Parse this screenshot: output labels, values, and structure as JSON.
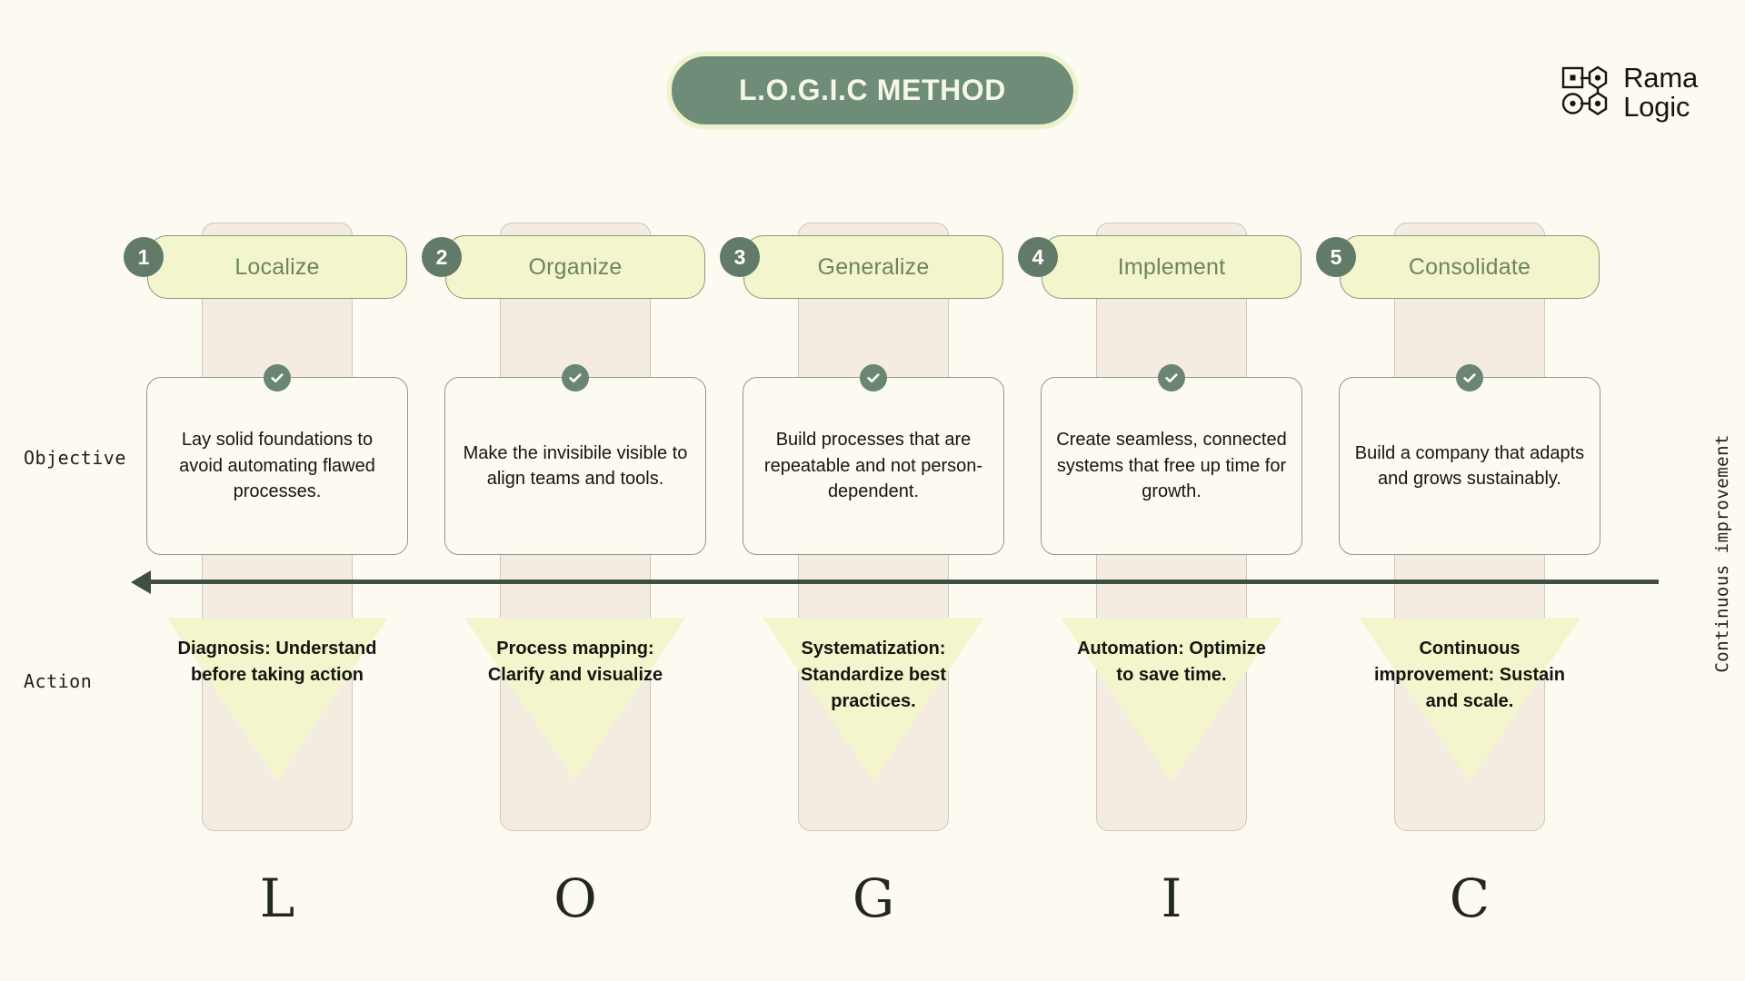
{
  "header": {
    "title": "L.O.G.I.C METHOD",
    "logo": {
      "line1": "Rama",
      "line2": "Logic",
      "mark_name": "rama-logic-node-mark"
    }
  },
  "row_labels": {
    "objective": "Objective",
    "action": "Action"
  },
  "side_caption": "Continuous improvement",
  "arrow": {
    "direction": "left",
    "name": "continuous-improvement-arrow"
  },
  "columns": [
    {
      "number": "1",
      "title": "Localize",
      "letter": "L",
      "objective": "Lay solid foundations to avoid automating flawed processes.",
      "action": "Diagnosis: Understand before taking action"
    },
    {
      "number": "2",
      "title": "Organize",
      "letter": "O",
      "objective": "Make the invisibile visible to align teams and tools.",
      "action": "Process mapping: Clarify and visualize"
    },
    {
      "number": "3",
      "title": "Generalize",
      "letter": "G",
      "objective": "Build processes that are repeatable and not person-dependent.",
      "action": "Systematization: Standardize best practices."
    },
    {
      "number": "4",
      "title": "Implement",
      "letter": "I",
      "objective": "Create seamless, connected systems that free up time for growth.",
      "action": "Automation: Optimize to save time."
    },
    {
      "number": "5",
      "title": "Consolidate",
      "letter": "C",
      "objective": "Build a company that adapts and grows sustainably.",
      "action": "Continuous improvement: Sustain and scale."
    }
  ],
  "colors": {
    "background": "#fdfaf2",
    "title_pill": "#6e8c78",
    "title_pill_border": "#eef3cf",
    "pill_yellow": "#f3f6cd",
    "pill_border_green": "#869a7f",
    "badge_green": "#627a68",
    "card_border": "#879c8c",
    "column_beige": "#f4ece1",
    "arrow_dark": "#3f4f42",
    "text_dark": "#14160f",
    "title_text_green": "#6e8460"
  }
}
